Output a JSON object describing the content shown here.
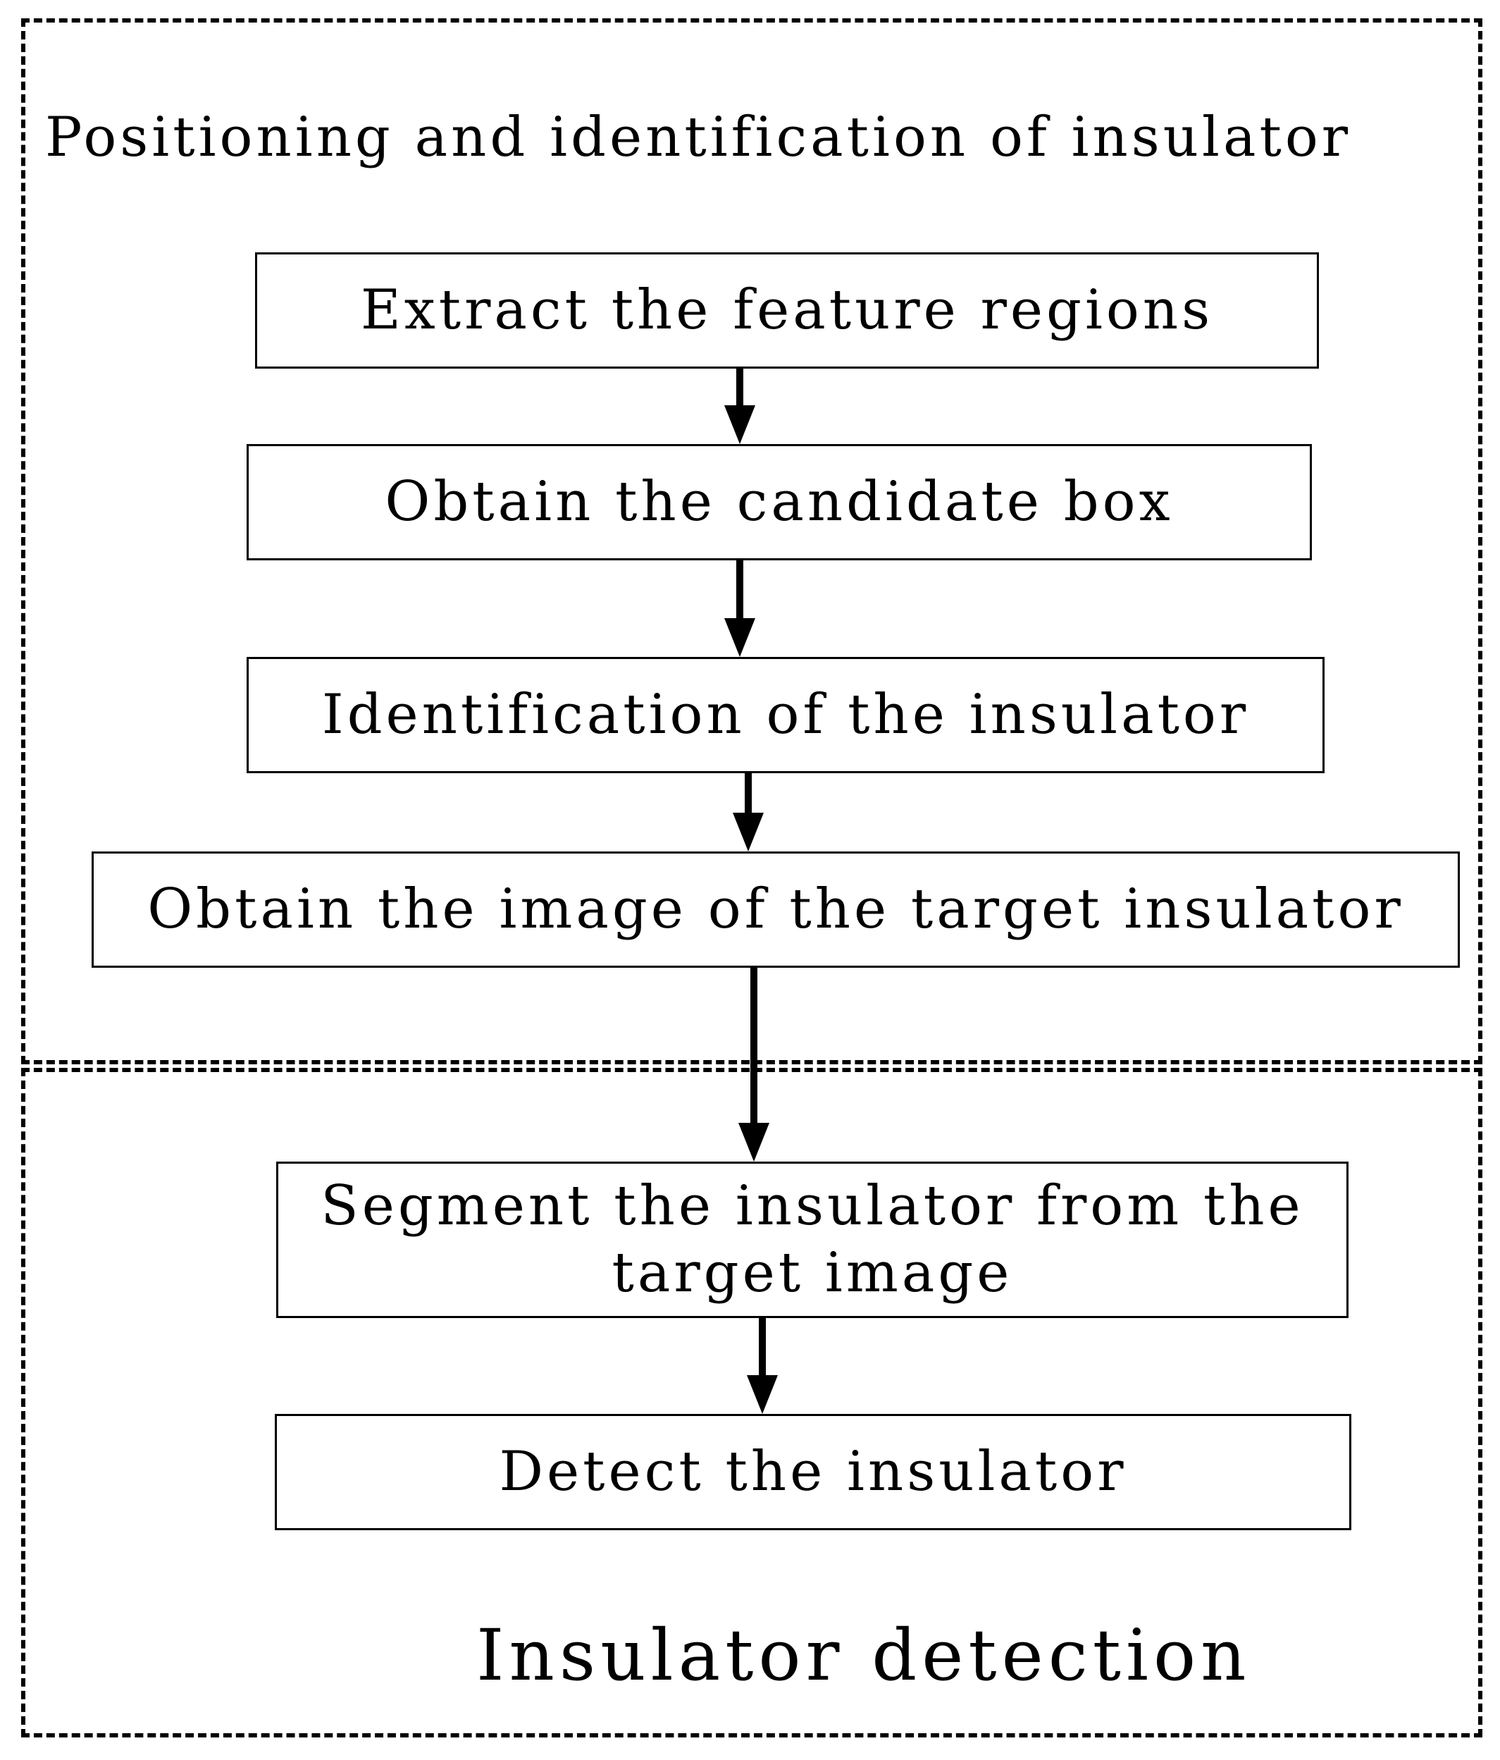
{
  "regions": {
    "top": {
      "title": "Positioning and identification of insulator"
    },
    "bottom": {
      "title": "Insulator detection"
    }
  },
  "steps": [
    {
      "label": "Extract the feature regions"
    },
    {
      "label": "Obtain the candidate box"
    },
    {
      "label": "Identification of the insulator"
    },
    {
      "label": "Obtain the image of the target insulator"
    },
    {
      "label": "Segment the insulator from the\ntarget image"
    },
    {
      "label": "Detect the insulator"
    }
  ],
  "colors": {
    "stroke": "#000000",
    "background": "#ffffff"
  }
}
